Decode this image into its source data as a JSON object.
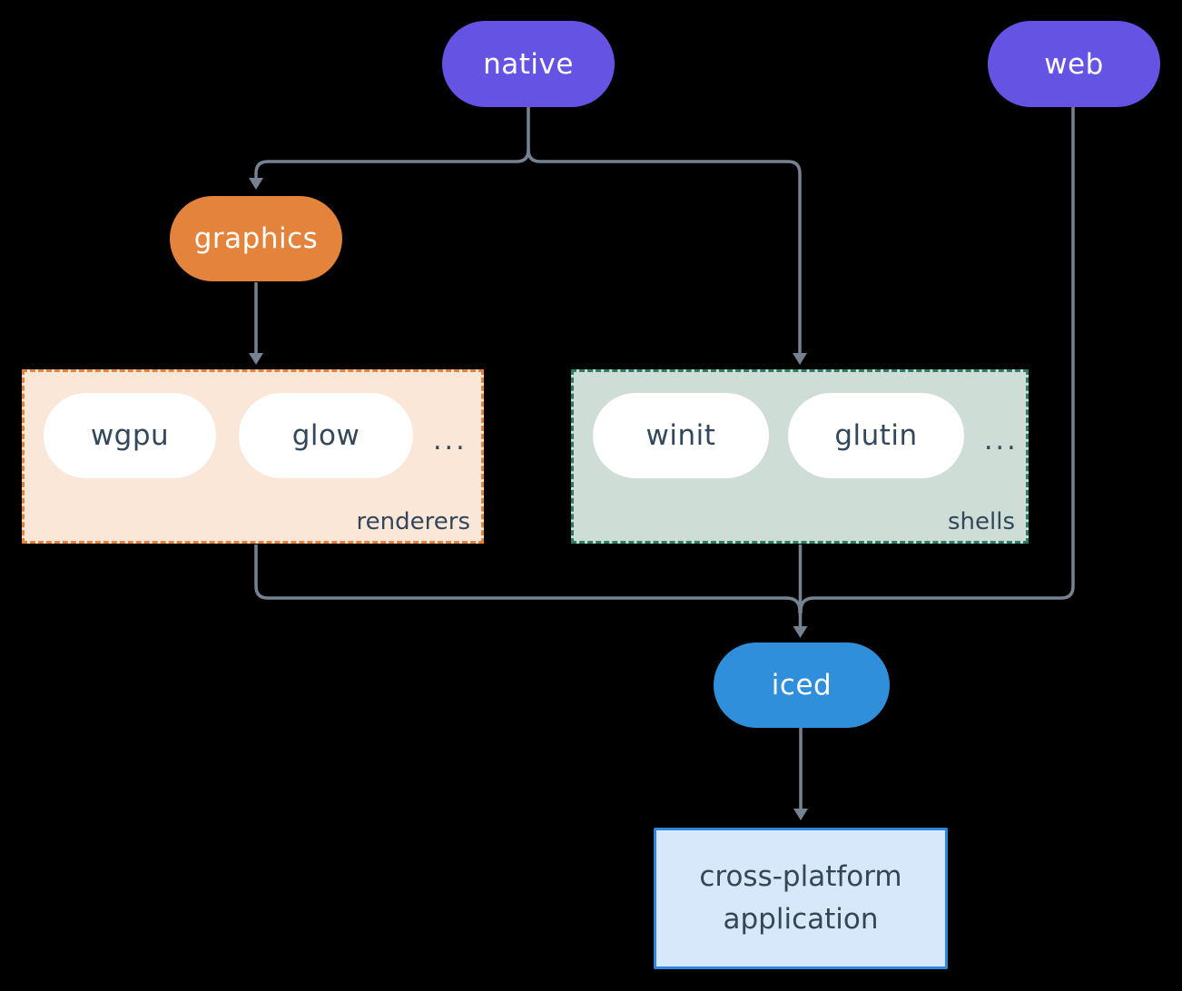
{
  "diagram": {
    "background": "#000000",
    "connector_color": "#76828F",
    "nodes": {
      "native": {
        "label": "native",
        "fill": "#6554E3",
        "text_color": "#FFFFFF"
      },
      "web": {
        "label": "web",
        "fill": "#6554E3",
        "text_color": "#FFFFFF"
      },
      "graphics": {
        "label": "graphics",
        "fill": "#E3833C",
        "text_color": "#FFFFFF"
      },
      "iced": {
        "label": "iced",
        "fill": "#2F8FDB",
        "text_color": "#FFFFFF"
      },
      "application": {
        "line1": "cross-platform",
        "line2": "application",
        "fill": "#D6E8F9",
        "border": "#2E86DE",
        "text_color": "#33475A"
      }
    },
    "groups": {
      "renderers": {
        "label": "renderers",
        "fill": "#FAE7D8",
        "border": "#E3833C",
        "items": [
          "wgpu",
          "glow"
        ],
        "ellipsis": "..."
      },
      "shells": {
        "label": "shells",
        "fill": "#CEDDD5",
        "border": "#2B7C68",
        "items": [
          "winit",
          "glutin"
        ],
        "ellipsis": "..."
      }
    }
  }
}
